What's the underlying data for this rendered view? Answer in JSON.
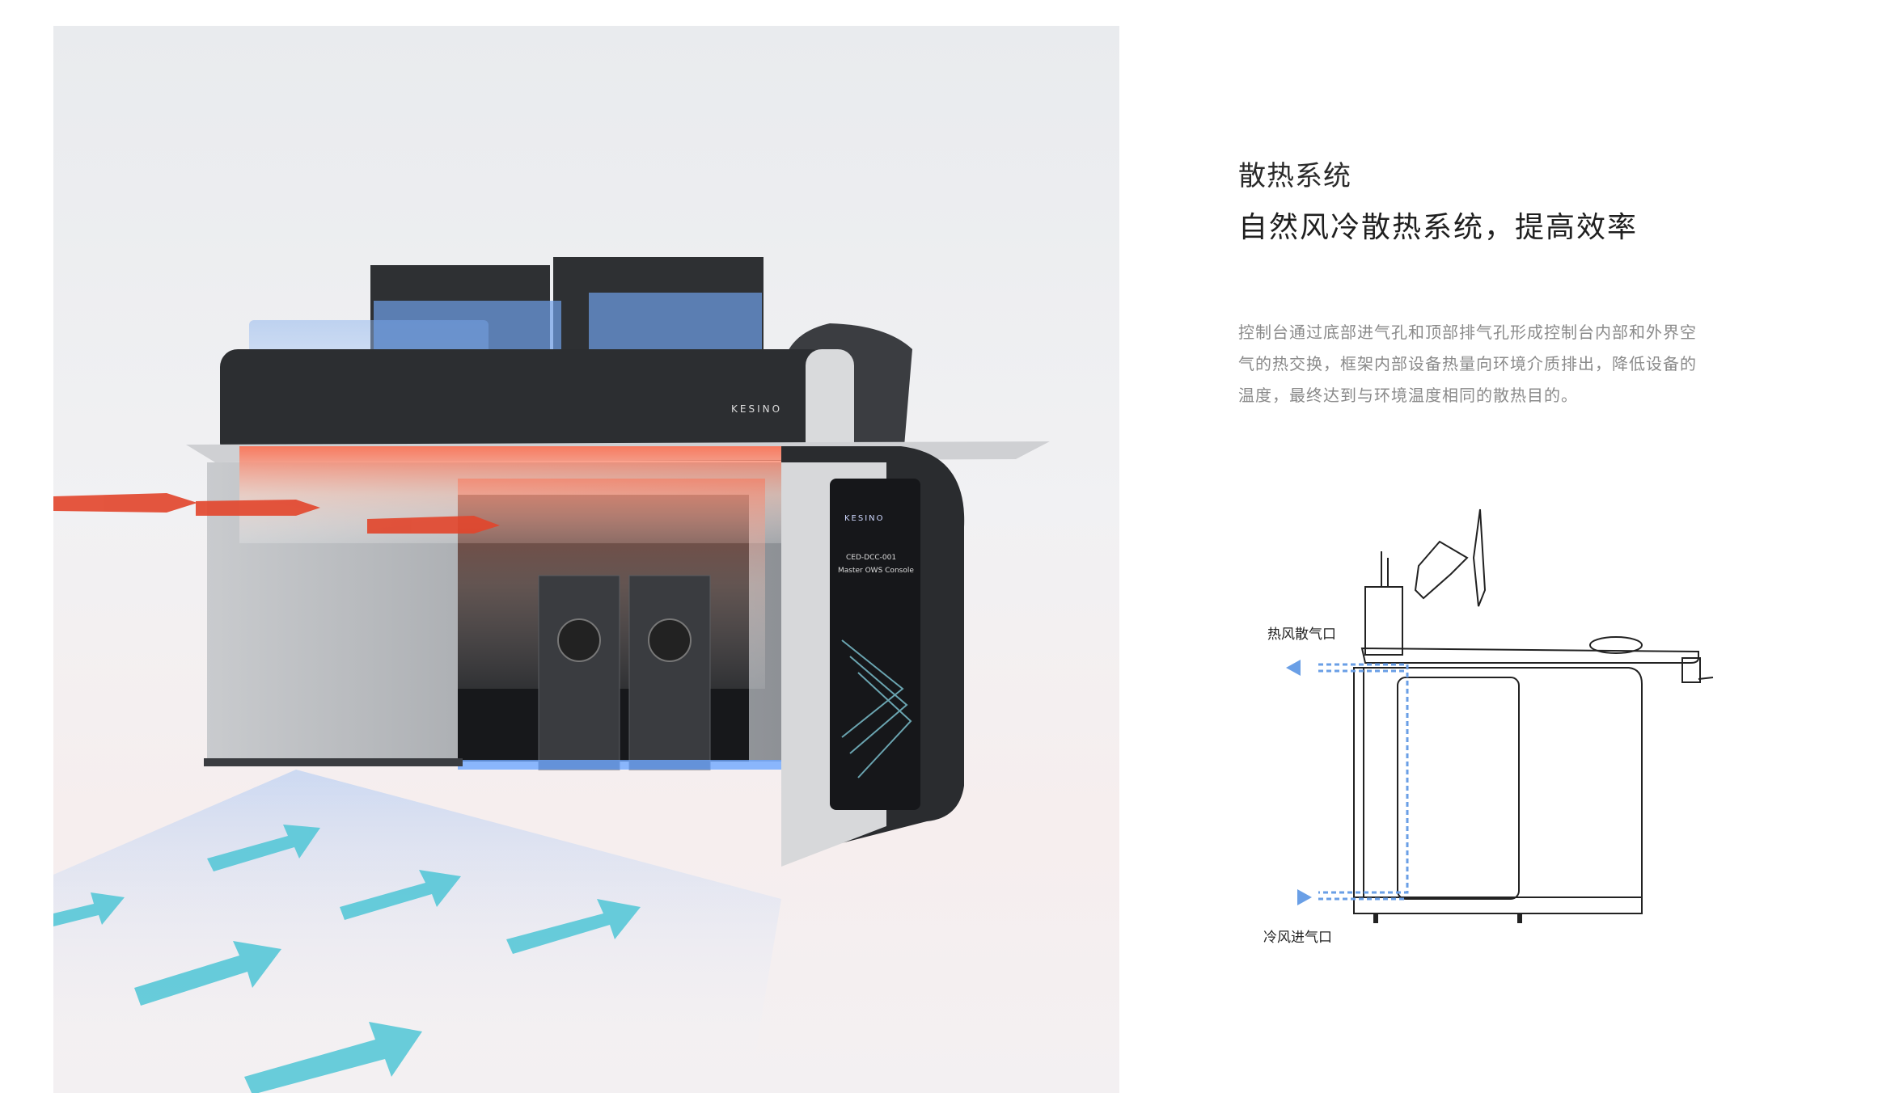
{
  "hero": {
    "brand_top": "KESINO",
    "brand_side": "KESINO",
    "side_panel_line1": "CED-DCC-001",
    "side_panel_line2": "Master OWS Console"
  },
  "section": {
    "subtitle": "散热系统",
    "title": "自然风冷散热系统，提高效率",
    "description": "控制台通过底部进气孔和顶部排气孔形成控制台内部和外界空气的热交换，框架内部设备热量向环境介质排出，降低设备的温度，最终达到与环境温度相同的散热目的。"
  },
  "diagram": {
    "hot_label": "热风散气口",
    "cold_label": "冷风进气口"
  },
  "colors": {
    "cool_arrow": "#4fc6d6",
    "hot_arrow": "#e2452b",
    "flow_blue": "#6a9fe6"
  }
}
